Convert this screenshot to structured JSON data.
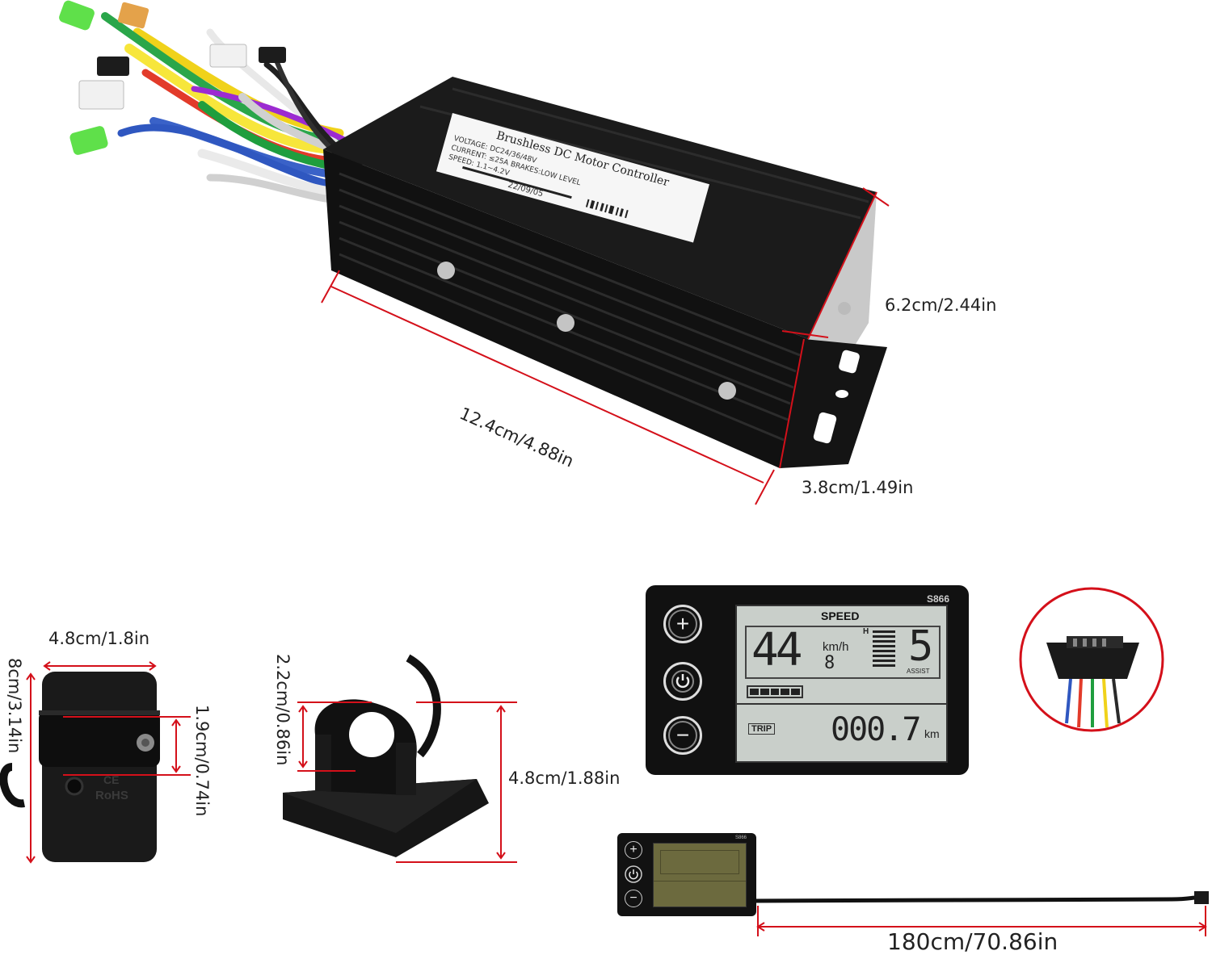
{
  "controller": {
    "label_line1": "Brushless DC Motor Controller",
    "label_line2": "VOLTAGE: DC24/36/48V",
    "label_line3": "CURRENT: ≤25A  BRAKES:LOW LEVEL",
    "label_line4": "SPEED: 1.1~4.2V",
    "label_date": "22/09/05",
    "dim_height": "6.2cm/2.44in",
    "dim_length": "12.4cm/4.88in",
    "dim_depth": "3.8cm/1.49in"
  },
  "display_back": {
    "dim_width": "4.8cm/1.8in",
    "dim_height": "8cm/3.14in",
    "dim_strap": "1.9cm/0.74in",
    "mark_ce": "CE",
    "mark_rohs": "RoHS"
  },
  "mount": {
    "dim_clamp": "2.2cm/0.86in",
    "dim_height": "4.8cm/1.88in"
  },
  "lcd": {
    "model": "S866",
    "speed_label": "SPEED",
    "speed_value": "44",
    "speed_unit": "km/h",
    "speed_sub": "8",
    "h_label": "H",
    "assist_value": "5",
    "assist_label": "ASSIST",
    "trip_label": "TRIP",
    "trip_value": "000.7",
    "trip_unit": "km",
    "plus_symbol": "+",
    "minus_symbol": "−"
  },
  "small_display": {
    "model": "S866",
    "plus_symbol": "+",
    "minus_symbol": "−",
    "dim_cable": "180cm/70.86in"
  },
  "colors": {
    "dimension_line": "#d4101a",
    "housing": "#141414",
    "lcd_bg": "#c9cfca"
  }
}
